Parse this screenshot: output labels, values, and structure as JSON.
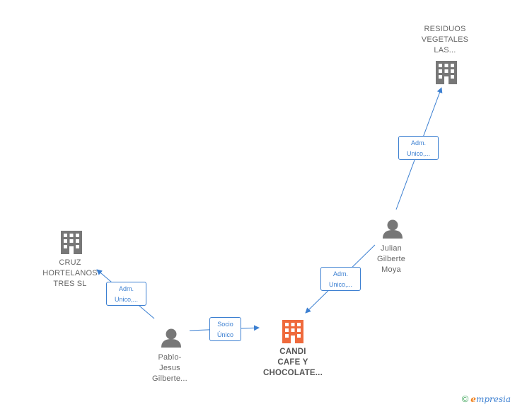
{
  "colors": {
    "company": "#777777",
    "company_main": "#ef6a3c",
    "person": "#777777",
    "edge": "#3b7fd1"
  },
  "nodes": {
    "residuos": {
      "type": "company",
      "icon": "building-icon",
      "lines": [
        "RESIDUOS",
        "VEGETALES",
        "LAS..."
      ]
    },
    "cruz": {
      "type": "company",
      "icon": "building-icon",
      "lines": [
        "CRUZ",
        "HORTELANOS",
        "TRES SL"
      ]
    },
    "candi": {
      "type": "company_main",
      "icon": "building-icon",
      "lines": [
        "CANDI",
        "CAFE Y",
        "CHOCOLATE..."
      ]
    },
    "julian": {
      "type": "person",
      "icon": "person-icon",
      "lines": [
        "Julian",
        "Gilberte",
        "Moya"
      ]
    },
    "pablo": {
      "type": "person",
      "icon": "person-icon",
      "lines": [
        "Pablo-",
        "Jesus",
        "Gilberte..."
      ]
    }
  },
  "edges": {
    "julian_residuos": {
      "lines": [
        "Adm.",
        "Unico,..."
      ]
    },
    "julian_candi": {
      "lines": [
        "Adm.",
        "Unico,..."
      ]
    },
    "pablo_cruz": {
      "lines": [
        "Adm.",
        "Unico,..."
      ]
    },
    "pablo_candi": {
      "lines": [
        "Socio",
        "Único"
      ]
    }
  },
  "footer": {
    "copyright": "©",
    "brand_first": "e",
    "brand_rest": "mpresia"
  }
}
